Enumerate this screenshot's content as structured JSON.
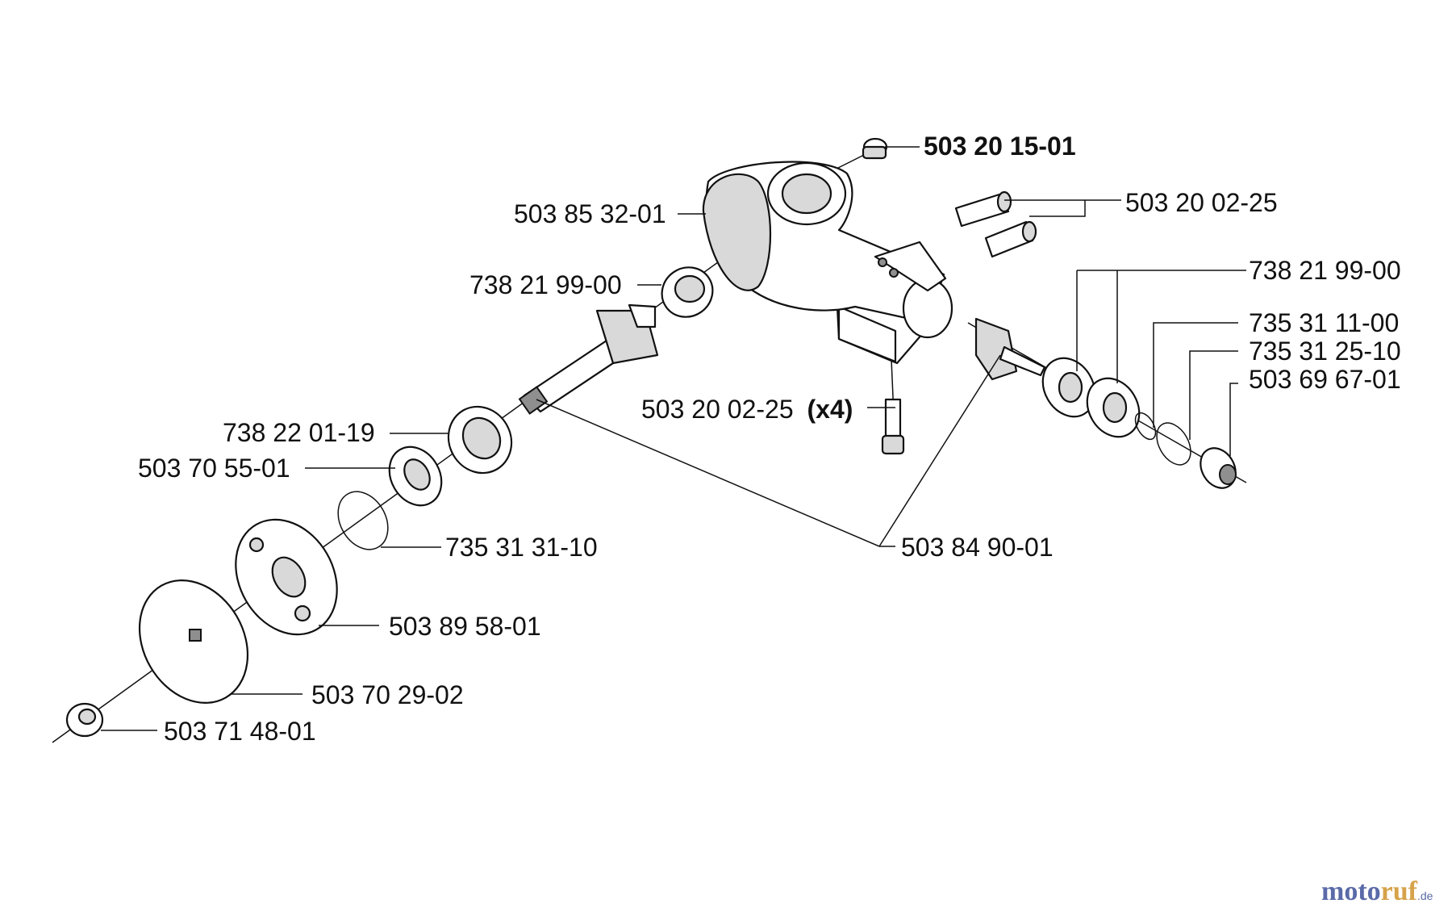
{
  "labels": {
    "screw_top": "503 20 15-01",
    "screws_right": "503 20 02-25",
    "housing": "503 85 32-01",
    "bearing_upper_left": "738 21 99-00",
    "bearing_right": "738 21 99-00",
    "circlip_right_a": "735 31 11-00",
    "circlip_right_b": "735 31 25-10",
    "seal_cap": "503 69 67-01",
    "screw_bottom": "503 20 02-25",
    "screw_bottom_qty": "(x4)",
    "seal": "738 22 01-19",
    "washer_small": "503 70 55-01",
    "circlip_left": "735 31 31-10",
    "gear_set": "503 84 90-01",
    "drive_disc": "503 89 58-01",
    "support_cup": "503 70 29-02",
    "nut": "503 71 48-01"
  },
  "watermark": {
    "part1": "moto",
    "part2": "ruf",
    "part3": ".de"
  }
}
